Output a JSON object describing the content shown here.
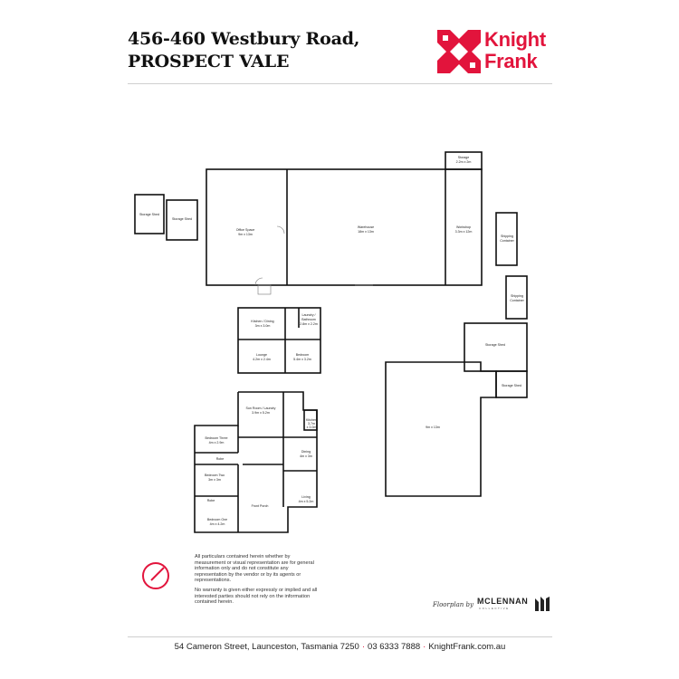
{
  "header": {
    "title_line1": "456-460 Westbury Road,",
    "title_line2": "PROSPECT VALE",
    "logo_line1": "Knight",
    "logo_line2": "Frank",
    "brand_color": "#e2143c"
  },
  "rooms": {
    "storage_shed_1": "Storage Shed",
    "storage_shed_2": "Storage Shed",
    "office_space_name": "Office Space",
    "office_space_dim": "9m x 13m",
    "warehouse_name": "Warehouse",
    "warehouse_dim": "18m x 13m",
    "storage_top_name": "Storage",
    "storage_top_dim": "2.2m x 2m",
    "workshop_name": "Workshop",
    "workshop_dim": "3.3m x 12m",
    "shipping_container_1a": "Shipping",
    "shipping_container_1b": "Container",
    "shipping_container_2a": "Shipping",
    "shipping_container_2b": "Container",
    "kitchen_dining_name": "Kitchen / Dining",
    "kitchen_dining_dim": "3m x 3.0m",
    "laundry_name": "Laundry /",
    "laundry_name2": "Bathroom",
    "laundry_dim": "2.8m x 2.2m",
    "lounge_name": "Lounge",
    "lounge_dim": "4.2m x 2.4m",
    "bedroom_small_name": "Bedroom",
    "bedroom_small_dim": "5.4m x 3.2m",
    "storage_shed_right": "Storage Shed",
    "storage_shed_small": "Storage Shed",
    "big_shed_dim": "9m x 13m",
    "sun_room_name": "Sun Room / Laundry",
    "sun_room_dim": "3.9m x 5.2m",
    "kitchen_name": "Kitchen",
    "kitchen_dim": "3.7m",
    "kitchen_dim2": "x 3.0m",
    "bedroom_three_name": "Bedroom Three",
    "bedroom_three_dim": "4m x 2.9m",
    "robe_1": "Robe",
    "dining_name": "Dining",
    "dining_dim": "4m x 3m",
    "bedroom_two_name": "Bedroom Two",
    "bedroom_two_dim": "3m x 3m",
    "robe_2": "Robe",
    "front_porch": "Front Porch",
    "living_name": "Living",
    "living_dim": "4m x 5.2m",
    "bedroom_one_name": "Bedroom One",
    "bedroom_one_dim": "4m x 4.2m"
  },
  "disclaimer": {
    "para1": "All particulars contained herein whether by measurement or visual representation are for general information only and do not constitute any representation by the vendor or by its agents or representations.",
    "para2": "No warranty is given either expressly or implied and all interested parties should not rely on the information contained herein."
  },
  "credit": {
    "label": "Floorplan by",
    "company": "MCLENNAN",
    "company_sub": "COLLECTIVE"
  },
  "footer": {
    "address": "54 Cameron Street, Launceston, Tasmania 7250",
    "phone": "03 6333 7888",
    "website": "KnightFrank.com.au"
  }
}
